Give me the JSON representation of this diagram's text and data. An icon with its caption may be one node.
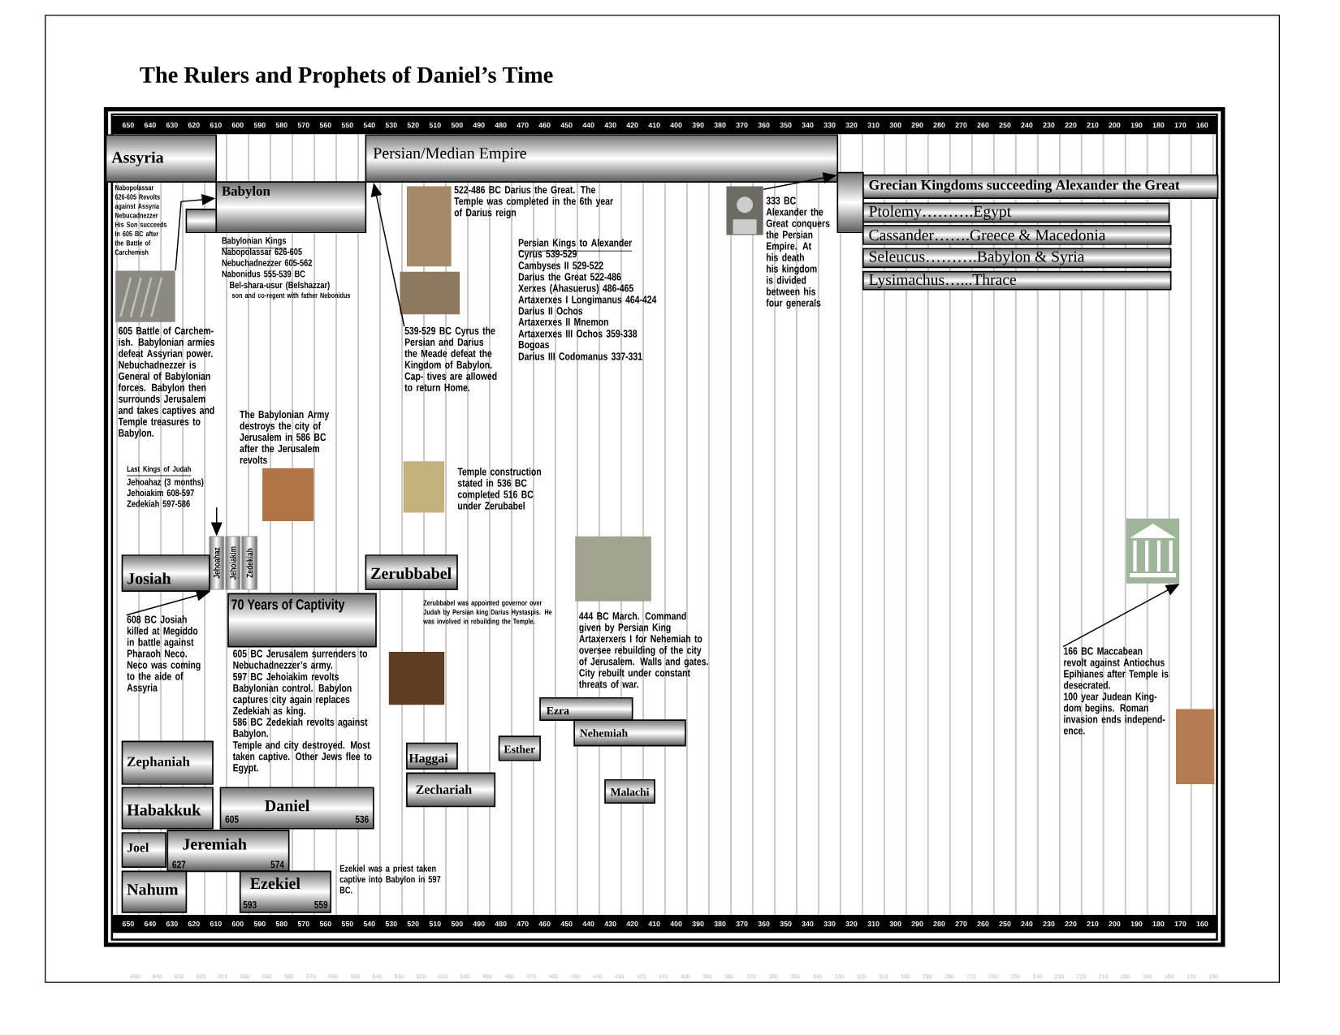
{
  "diagram": {
    "title": "The Rulers and Prophets of Daniel’s Time",
    "nodes": [
      {
        "text": [
          "Assyria"
        ]
      },
      {
        "text": [
          "Persian/Median Empire"
        ]
      },
      {
        "text": [
          "Babylon"
        ]
      },
      {
        "text": [],
        "shape": "box"
      },
      {
        "text": [],
        "shape": "picture"
      },
      {
        "text": [
          "539-529 BC Cyrus the Persian and Darius the Meade defeat the Kingdom of Babylon. Cap- tives are allowed to return Home."
        ]
      },
      {
        "text": [],
        "shape": "picture"
      },
      {
        "text": [],
        "shape": "box"
      },
      {
        "text": [
          "Grecian Kingdoms succeeding Alexander the Great"
        ]
      },
      {
        "text": [
          "Ptolemy……….Egypt"
        ]
      },
      {
        "text": [
          "Cassander…….Greece & Macedonia"
        ]
      },
      {
        "text": [
          "Seleucus……….Babylon & Syria"
        ]
      },
      {
        "text": [
          "Lysimachus…...Thrace"
        ]
      },
      {
        "text": [
          "Last Kings of Judah",
          "Jehoahaz (3 months)",
          "Jehoiakim 608-597",
          "Zedekiah 597-586"
        ]
      },
      {
        "text": [
          "Jehoahaz"
        ]
      },
      {
        "text": [
          "Jehoiakim"
        ]
      },
      {
        "text": [
          "Zedekiah"
        ]
      },
      {
        "text": [
          "Josiah"
        ]
      },
      {
        "text": [
          "608 BC Josiah killed at Megiddo in battle against Pharaoh Neco. Neco was coming to the aide of Assyria"
        ]
      },
      {
        "text": [
          "70 Years of Captivity"
        ]
      },
      {
        "text": [
          "Zerubbabel"
        ]
      },
      {
        "text": [
          "Ezra"
        ]
      },
      {
        "text": [
          "Nehemiah"
        ]
      },
      {
        "text": [
          "Haggai"
        ]
      },
      {
        "text": [
          "Esther"
        ]
      },
      {
        "text": [
          "Zechariah"
        ]
      },
      {
        "text": [
          "Malachi"
        ]
      },
      {
        "text": [
          "Zephaniah"
        ]
      },
      {
        "text": [
          "Habakkuk"
        ]
      },
      {
        "text": [
          "Daniel",
          "605",
          "536"
        ]
      },
      {
        "text": [
          "Joel"
        ]
      },
      {
        "text": [
          "Jeremiah",
          "627",
          "574"
        ]
      },
      {
        "text": [
          "Nahum"
        ]
      },
      {
        "text": [
          "Ezekiel",
          "593",
          "559"
        ]
      },
      {
        "text": [],
        "shape": "picture"
      },
      {
        "text": [
          "166 BC Maccabean revolt against Antiochus Epihianes after Temple is desecrated.",
          "100 year Judean King- dom begins. Roman invasion ends independ- ence."
        ]
      }
    ],
    "edges": [
      {
        "from": 4,
        "to": 2,
        "arrow": "to"
      },
      {
        "from": 5,
        "to": 1,
        "arrow": "to"
      },
      {
        "from": 6,
        "to": 7,
        "arrow": "to"
      },
      {
        "from": 13,
        "to": 14,
        "arrow": "to"
      },
      {
        "from": 18,
        "to": 17,
        "arrow": "to"
      },
      {
        "from": 35,
        "to": 34,
        "arrow": "to"
      }
    ],
    "labels": [
      "650",
      "640",
      "630",
      "620",
      "610",
      "600",
      "590",
      "580",
      "570",
      "560",
      "550",
      "540",
      "530",
      "520",
      "510",
      "500",
      "490",
      "480",
      "470",
      "460",
      "450",
      "440",
      "430",
      "420",
      "410",
      "400",
      "390",
      "380",
      "370",
      "360",
      "350",
      "340",
      "330",
      "320",
      "310",
      "300",
      "290",
      "280",
      "270",
      "260",
      "250",
      "240",
      "230",
      "220",
      "210",
      "200",
      "190",
      "180",
      "170",
      "160",
      "650",
      "640",
      "630",
      "620",
      "610",
      "600",
      "590",
      "580",
      "570",
      "560",
      "550",
      "540",
      "530",
      "520",
      "510",
      "500",
      "490",
      "480",
      "470",
      "460",
      "450",
      "440",
      "430",
      "420",
      "410",
      "400",
      "390",
      "380",
      "370",
      "360",
      "350",
      "340",
      "330",
      "320",
      "310",
      "300",
      "290",
      "280",
      "270",
      "260",
      "250",
      "240",
      "230",
      "220",
      "210",
      "200",
      "190",
      "180",
      "170",
      "160",
      "650",
      "640",
      "630",
      "620",
      "610",
      "600",
      "590",
      "580",
      "570",
      "560",
      "550",
      "540",
      "530",
      "520",
      "510",
      "500",
      "490",
      "480",
      "470",
      "460",
      "450",
      "440",
      "430",
      "420",
      "410",
      "400",
      "390",
      "380",
      "370",
      "360",
      "350",
      "340",
      "330",
      "320",
      "310",
      "300",
      "290",
      "280",
      "270",
      "260",
      "250",
      "240",
      "230",
      "220",
      "210",
      "200",
      "190",
      "180",
      "170",
      "160",
      "Nabopolassar 626-605 Revolts against Assyria Nebucadnezzer His Son succeeds In 605 BC after the Battle of Carchemish",
      "Babylonian Kings",
      "Nabopolassar 626-605",
      "Nebuchadnezzer 605-562",
      "Nabonidus 555-539 BC",
      "Bel-shara-usur (Belshazzar)",
      "son and co-regent with father Nebonidus",
      "605 Battle of Carchem- ish. Babylonian armies defeat Assyrian power. Nebuchadnezzer is General of Babylonian forces. Babylon then surrounds Jerusalem and takes captives and Temple treasures to Babylon.",
      "The Babylonian Army destroys the city of Jerusalem in 586 BC after the Jerusalem revolts",
      "522-486 BC Darius the Great. The Temple was completed in the 6th year of Darius reign",
      "Persian Kings to Alexander",
      "Cyrus 539-529",
      "Cambyses II 529-522",
      "Darius the Great 522-486",
      "Xerxes (Ahasuerus) 486-465",
      "Artaxerxes I Longimanus 464-424",
      "Darius II Ochos",
      "Artaxerxes II Mnemon",
      "Artaxerxes III Ochos 359-338",
      "Bogoas",
      "Darius III Codomanus 337-331",
      "Temple construction stated in 536 BC completed 516 BC under Zerubabel",
      "605 BC Jerusalem surrenders to Nebuchadnezzer’s army.",
      "597 BC Jehoiakim revolts Babylonian control. Babylon captures city again replaces Zedekiah as king.",
      "586 BC Zedekiah revolts against Babylon.",
      "Temple and city destroyed. Most taken captive. Other Jews flee to Egypt.",
      "Zerubbabel was appointed governor over Judah by Persian king Darius Hystaspis. He was involved in rebuilding the Temple.",
      "444 BC March. Command given by Persian King Artaxerxers I for Nehemiah to oversee rebuilding of the city of Jerusalem. Walls and gates. City rebuilt under constant threats of war.",
      "Ezekiel was a priest taken captive into Babylon in 597 BC.",
      "333 BC Alexander the Great conquers the Persian Empire. At his death his kingdom is divided between his four generals"
    ]
  }
}
